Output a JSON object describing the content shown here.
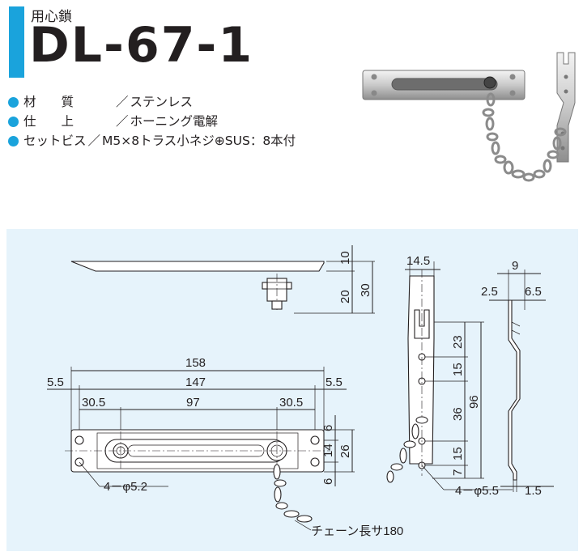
{
  "header": {
    "subtitle": "用心鎖",
    "model": "DL-67-1",
    "accent_color": "#1aa3dc"
  },
  "specs": [
    {
      "label": "材　　質",
      "value": "ステンレス"
    },
    {
      "label": "仕　　上",
      "value": "ホーニング電解"
    },
    {
      "label": "セットビス",
      "value": "M5×8トラス小ネジ⊕SUS：8本付"
    }
  ],
  "spec_separator": "／",
  "drawing": {
    "panel_color": "#e6f3fb",
    "dims": {
      "d158": "158",
      "d147": "147",
      "d55a": "5.5",
      "d55b": "5.5",
      "d305a": "30.5",
      "d97": "97",
      "d305b": "30.5",
      "d10": "10",
      "d20": "20",
      "d30": "30",
      "d6a": "6",
      "d14": "14",
      "d6b": "6",
      "d26": "26",
      "hole_left": "4－φ5.2",
      "chain_note": "チェーン長サ180",
      "d145": "14.5",
      "d23": "23",
      "d15a": "15",
      "d36": "36",
      "d15b": "15",
      "d7": "7",
      "d96": "96",
      "hole_right": "4－φ5.5",
      "d9": "9",
      "d25": "2.5",
      "d65": "6.5",
      "d15t": "1.5"
    }
  }
}
